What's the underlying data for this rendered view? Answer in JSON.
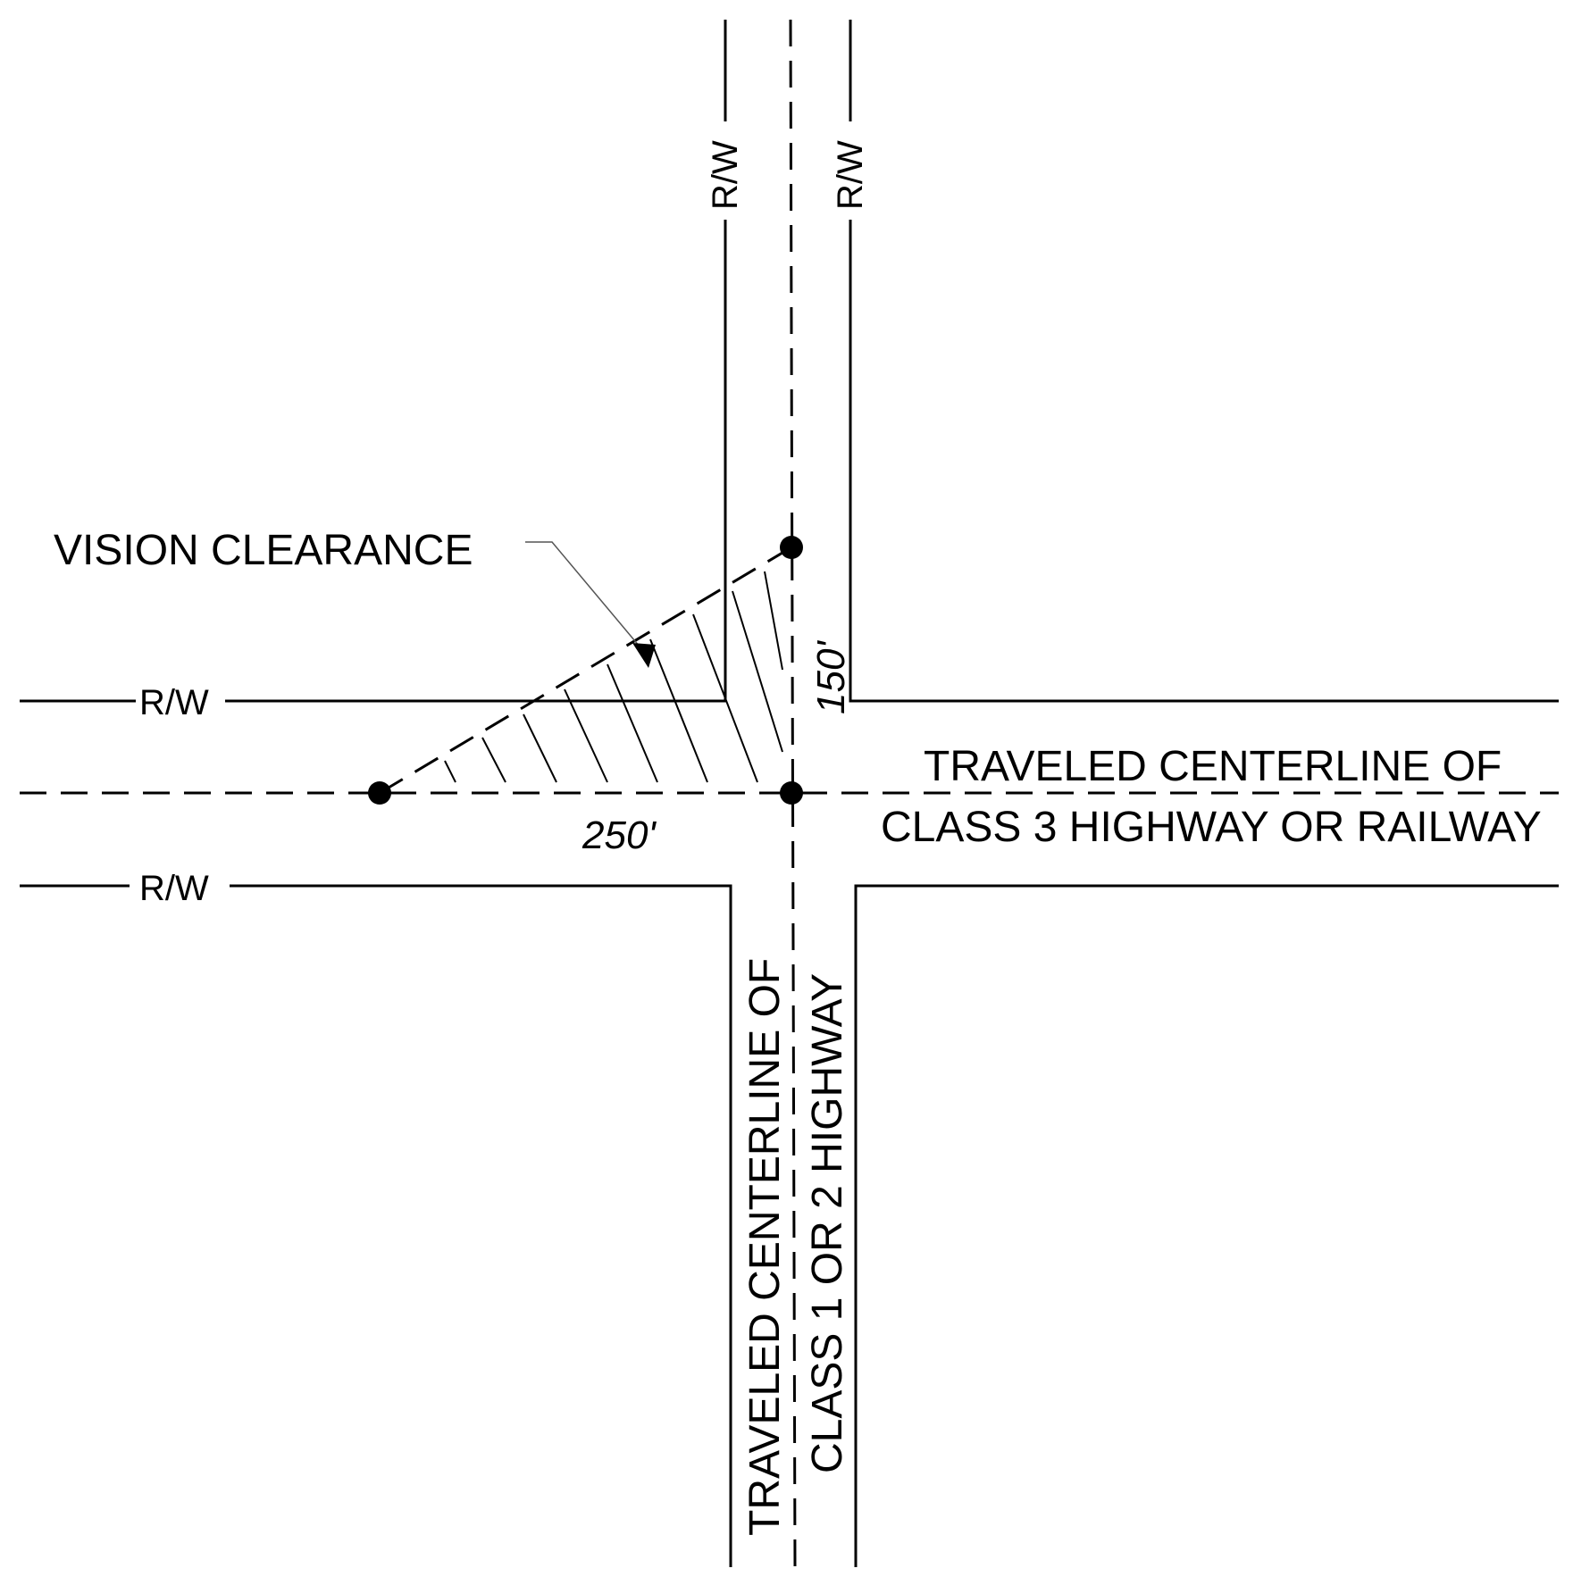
{
  "labels": {
    "vision_clearance": "VISION CLEARANCE",
    "rw": "R/W",
    "dim_vertical": "150'",
    "dim_horizontal": "250'",
    "class3_line1": "TRAVELED CENTERLINE OF",
    "class3_line2": "CLASS 3 HIGHWAY OR RAILWAY",
    "class12_line1": "TRAVELED CENTERLINE OF",
    "class12_line2": "CLASS 1 OR 2 HIGHWAY"
  }
}
